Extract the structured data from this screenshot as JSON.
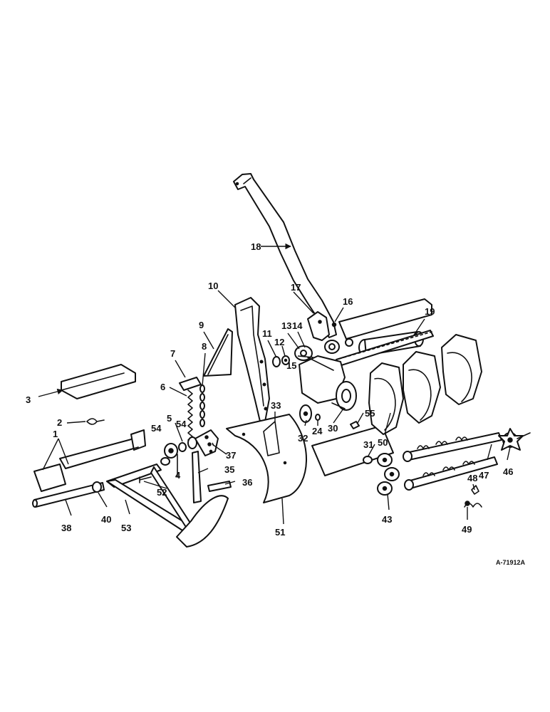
{
  "reference_number": "A-71912A",
  "callouts": [
    "1",
    "2",
    "3",
    "4",
    "5",
    "6",
    "7",
    "8",
    "9",
    "10",
    "11",
    "12",
    "13",
    "14",
    "15",
    "16",
    "17",
    "18",
    "19",
    "24",
    "30",
    "31",
    "32",
    "33",
    "35",
    "36",
    "37",
    "38",
    "40",
    "43",
    "46",
    "47",
    "48",
    "49",
    "50",
    "51",
    "52",
    "53",
    "54",
    "55"
  ]
}
